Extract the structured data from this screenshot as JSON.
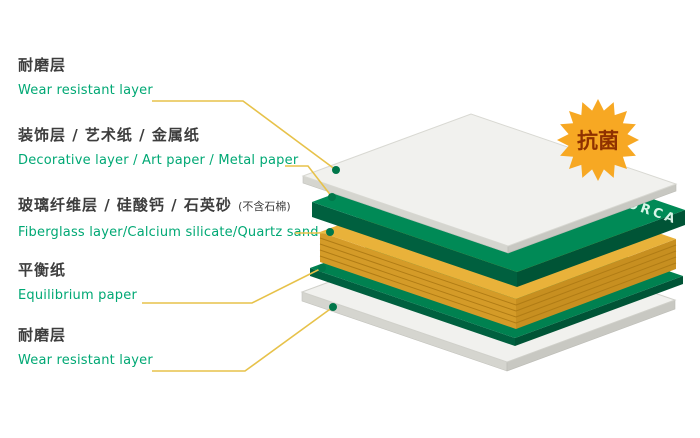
{
  "labels": [
    {
      "zh": "耐磨层",
      "en": "Wear resistant layer"
    },
    {
      "zh": "装饰层 / 艺术纸 / 金属纸",
      "en": "Decorative layer / Art paper / Metal paper"
    },
    {
      "zh": "玻璃纤维层 / 硅酸钙 / 石英砂",
      "zh_note": "(不含石棉)",
      "en": "Fiberglass layer/Calcium silicate/Quartz sand"
    },
    {
      "zh": "平衡纸",
      "en": "Equilibrium paper"
    },
    {
      "zh": "耐磨层",
      "en": "Wear resistant layer"
    }
  ],
  "badge": {
    "label": "抗菌",
    "fill": "#f7a823",
    "text_color": "#8f3100"
  },
  "brand": {
    "name": "FORCA"
  },
  "layers": [
    {
      "id": "top-wear-layer",
      "fill": "#f1f1ee"
    },
    {
      "id": "decorative-layer",
      "fill": "#008a56"
    },
    {
      "id": "fiberglass-layer",
      "fill": "#e9b23a"
    },
    {
      "id": "equilibrium-layer",
      "fill": "#008150"
    },
    {
      "id": "bottom-wear-layer",
      "fill": "#f1f1ee"
    }
  ],
  "colors": {
    "label_zh": "#3d3d3d",
    "label_en": "#00a874",
    "leader_line": "#e7c24a",
    "marker_dot": "#00774a",
    "green_side": "#00603f",
    "yellow_side": "#d49b28",
    "white_side": "#d5d5cf"
  }
}
